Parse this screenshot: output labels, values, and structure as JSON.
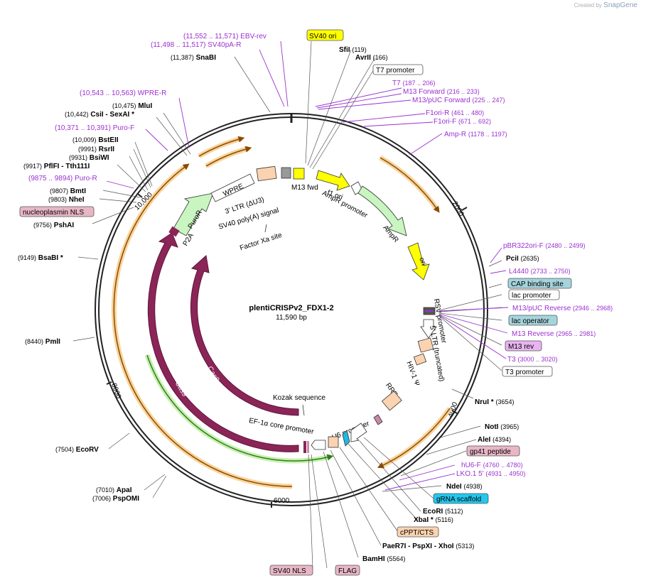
{
  "credit": {
    "prefix": "Created by",
    "brand": "SnapGene"
  },
  "plasmid": {
    "name": "plentiCRISPv2_FDX1-2",
    "size": "11,590 bp"
  },
  "ticks": [
    "2000",
    "4000",
    "6000",
    "8000",
    "10,000"
  ],
  "colors": {
    "primer": "#9b30d0",
    "cds": "#8b2557",
    "puro": "#c8f5c0",
    "ori": "#ffff00",
    "ltr": "#fbd3b0",
    "orange_arc": "#f5b05a"
  },
  "right_labels": [
    {
      "name": "SfiI",
      "pos": "(119)",
      "kind": "enzyme"
    },
    {
      "name": "AvrII",
      "pos": "(166)",
      "kind": "enzyme"
    },
    {
      "name": "T7 promoter",
      "pos": "",
      "kind": "box-white"
    },
    {
      "name": "T7",
      "pos": "(187 .. 206)",
      "kind": "primer"
    },
    {
      "name": "M13 Forward",
      "pos": "(216 .. 233)",
      "kind": "primer"
    },
    {
      "name": "M13/pUC Forward",
      "pos": "(225 .. 247)",
      "kind": "primer"
    },
    {
      "name": "F1ori-R",
      "pos": "(461 .. 480)",
      "kind": "primer"
    },
    {
      "name": "F1ori-F",
      "pos": "(671 .. 692)",
      "kind": "primer"
    },
    {
      "name": "Amp-R",
      "pos": "(1178 .. 1197)",
      "kind": "primer"
    },
    {
      "name": "pBR322ori-F",
      "pos": "(2480 .. 2499)",
      "kind": "primer"
    },
    {
      "name": "PciI",
      "pos": "(2635)",
      "kind": "enzyme"
    },
    {
      "name": "L4440",
      "pos": "(2733 .. 2750)",
      "kind": "primer"
    },
    {
      "name": "CAP binding site",
      "pos": "",
      "kind": "box-teal"
    },
    {
      "name": "lac promoter",
      "pos": "",
      "kind": "box-white"
    },
    {
      "name": "M13/pUC Reverse",
      "pos": "(2946 .. 2968)",
      "kind": "primer"
    },
    {
      "name": "lac operator",
      "pos": "",
      "kind": "box-teal"
    },
    {
      "name": "M13 Reverse",
      "pos": "(2965 .. 2981)",
      "kind": "primer"
    },
    {
      "name": "M13 rev",
      "pos": "",
      "kind": "box-purple"
    },
    {
      "name": "T3",
      "pos": "(3000 .. 3020)",
      "kind": "primer"
    },
    {
      "name": "T3 promoter",
      "pos": "",
      "kind": "box-white"
    },
    {
      "name": "NruI *",
      "pos": "(3654)",
      "kind": "enzyme"
    },
    {
      "name": "NotI",
      "pos": "(3965)",
      "kind": "enzyme"
    },
    {
      "name": "AleI",
      "pos": "(4394)",
      "kind": "enzyme"
    },
    {
      "name": "gp41 peptide",
      "pos": "",
      "kind": "box-pink"
    },
    {
      "name": "hU6-F",
      "pos": "(4760 .. 4780)",
      "kind": "primer"
    },
    {
      "name": "LKO.1 5'",
      "pos": "(4931 .. 4950)",
      "kind": "primer"
    },
    {
      "name": "NdeI",
      "pos": "(4938)",
      "kind": "enzyme"
    },
    {
      "name": "gRNA scaffold",
      "pos": "",
      "kind": "box-cyan"
    },
    {
      "name": "EcoRI",
      "pos": "(5112)",
      "kind": "enzyme"
    },
    {
      "name": "XbaI *",
      "pos": "(5116)",
      "kind": "enzyme"
    },
    {
      "name": "cPPT/CTS",
      "pos": "",
      "kind": "box-peach"
    },
    {
      "name": "PaeR7I - PspXI - XhoI",
      "pos": "(5313)",
      "kind": "enzyme"
    },
    {
      "name": "BamHI",
      "pos": "(5564)",
      "kind": "enzyme"
    }
  ],
  "left_labels": [
    {
      "name": "EBV-rev",
      "pos": "(11,552 .. 11,571)",
      "kind": "primer"
    },
    {
      "name": "SV40pA-R",
      "pos": "(11,498 .. 11,517)",
      "kind": "primer"
    },
    {
      "name": "SnaBI",
      "pos": "(11,387)",
      "kind": "enzyme"
    },
    {
      "name": "WPRE-R",
      "pos": "(10,543 .. 10,563)",
      "kind": "primer"
    },
    {
      "name": "MluI",
      "pos": "(10,475)",
      "kind": "enzyme"
    },
    {
      "name": "CsiI - SexAI *",
      "pos": "(10,442)",
      "kind": "enzyme"
    },
    {
      "name": "Puro-F",
      "pos": "(10,371 .. 10,391)",
      "kind": "primer"
    },
    {
      "name": "BstEII",
      "pos": "(10,009)",
      "kind": "enzyme"
    },
    {
      "name": "RsrII",
      "pos": "(9991)",
      "kind": "enzyme"
    },
    {
      "name": "BsiWI",
      "pos": "(9931)",
      "kind": "enzyme"
    },
    {
      "name": "PflFI - Tth111I",
      "pos": "(9917)",
      "kind": "enzyme"
    },
    {
      "name": "Puro-R",
      "pos": "(9875 .. 9894)",
      "kind": "primer"
    },
    {
      "name": "BmtI",
      "pos": "(9807)",
      "kind": "enzyme"
    },
    {
      "name": "NheI",
      "pos": "(9803)",
      "kind": "enzyme"
    },
    {
      "name": "nucleoplasmin NLS",
      "pos": "",
      "kind": "box-pink"
    },
    {
      "name": "PshAI",
      "pos": "(9756)",
      "kind": "enzyme"
    },
    {
      "name": "BsaBI *",
      "pos": "(9149)",
      "kind": "enzyme"
    },
    {
      "name": "PmlI",
      "pos": "(8440)",
      "kind": "enzyme"
    },
    {
      "name": "EcoRV",
      "pos": "(7504)",
      "kind": "enzyme"
    },
    {
      "name": "ApaI",
      "pos": "(7010)",
      "kind": "enzyme"
    },
    {
      "name": "PspOMI",
      "pos": "(7006)",
      "kind": "enzyme"
    }
  ],
  "top_labels": [
    {
      "name": "SV40 ori",
      "kind": "box-yellow"
    }
  ],
  "bottom_labels": [
    {
      "name": "SV40 NLS",
      "kind": "box-pink"
    },
    {
      "name": "FLAG",
      "kind": "box-pink"
    }
  ],
  "inner_labels": {
    "wpre": "WPRE",
    "ltr3": "3' LTR (ΔU3)",
    "sv40pa": "SV40 poly(A) signal",
    "factor_xa": "Factor Xa site",
    "m13fwd": "M13 fwd",
    "f1ori": "f1 ori",
    "ampr_promoter": "AmpR promoter",
    "ampr": "AmpR",
    "ori": "ori",
    "rsv": "RSV promoter",
    "ltr5": "5' LTR (truncated)",
    "hiv_psi": "HIV-1 Ψ",
    "rre": "RRE",
    "u6": "U6 promoter",
    "ef1a": "EF-1α core promoter",
    "kozak": "Kozak sequence",
    "cas9_outer": "Cas9",
    "cas9_inner": "Cas9",
    "puror": "PuroR",
    "p2a": "P2A"
  }
}
